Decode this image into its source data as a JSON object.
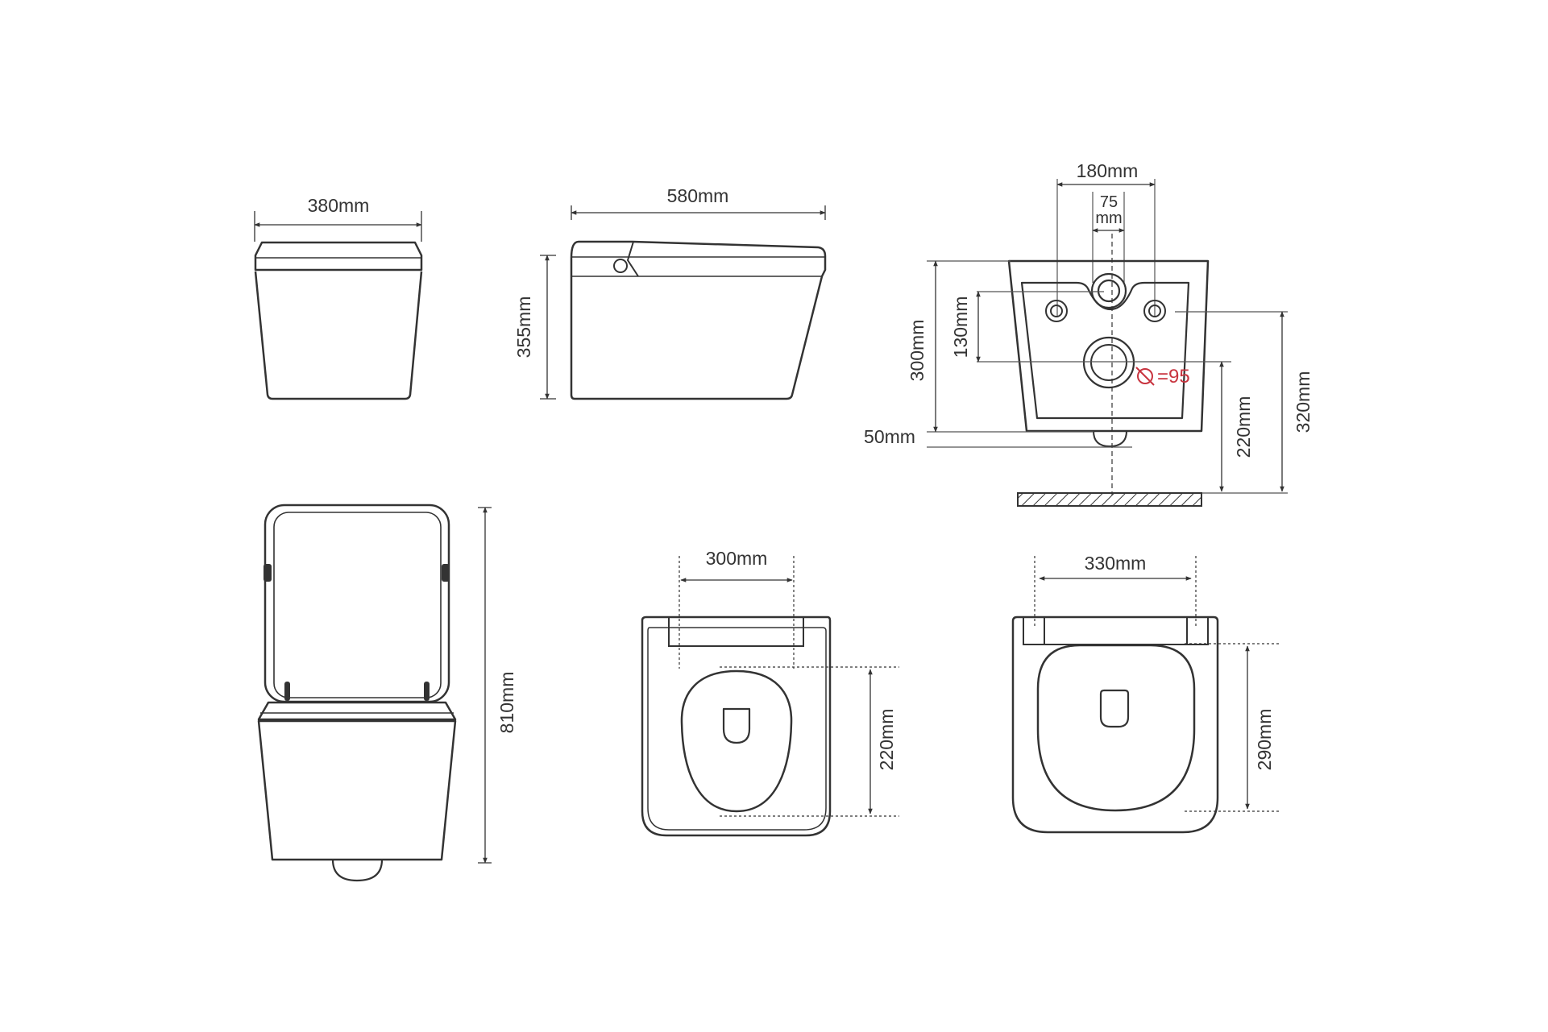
{
  "colors": {
    "ink": "#333333",
    "accent_red": "#c8343f",
    "background": "#ffffff"
  },
  "front_view": {
    "width_label": "380mm"
  },
  "side_view": {
    "length_label": "580mm",
    "height_label": "355mm"
  },
  "rear_view": {
    "bolt_spacing_label": "180mm",
    "inlet_width_top": "75",
    "inlet_width_bottom": "mm",
    "bolt_height_label": "130mm",
    "body_height_label": "300mm",
    "outlet_drop_label": "50mm",
    "outlet_diameter_label": "=95",
    "outlet_height_label": "220mm",
    "bolt_floor_height_label": "320mm"
  },
  "open_lid_view": {
    "total_height_label": "810mm"
  },
  "seat_top_view": {
    "inner_width_label": "300mm",
    "opening_length_label": "220mm"
  },
  "bowl_top_view": {
    "width_label": "330mm",
    "length_label": "290mm"
  }
}
